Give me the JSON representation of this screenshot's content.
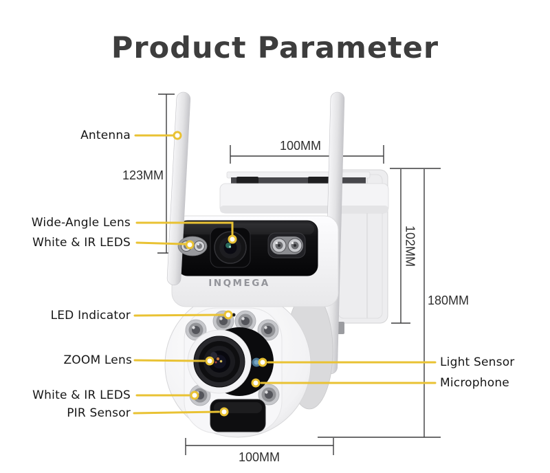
{
  "title": "Product Parameter",
  "brand": "INQMEGA",
  "colors": {
    "accent": "#E9C233",
    "dimension_line": "#3b3b3d",
    "label_text": "#161616",
    "title_text": "#3d3d3d"
  },
  "labels": {
    "antenna": "Antenna",
    "wide_angle_lens": "Wide-Angle Lens",
    "white_ir_leds_top": "White & IR LEDS",
    "led_indicator": "LED Indicator",
    "zoom_lens": "ZOOM Lens",
    "white_ir_leds_bottom": "White & IR LEDS",
    "pir_sensor": "PIR Sensor",
    "light_sensor": "Light Sensor",
    "microphone": "Microphone"
  },
  "dimensions": {
    "antenna_height": "123MM",
    "top_width": "100MM",
    "back_plate_height": "102MM",
    "body_height": "180MM",
    "bottom_width": "100MM"
  }
}
